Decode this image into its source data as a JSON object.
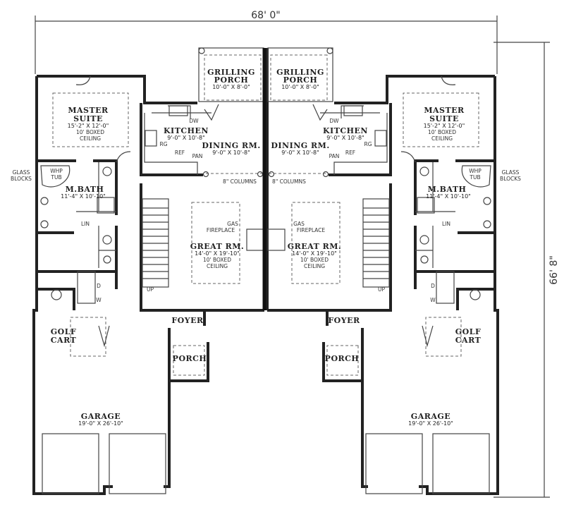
{
  "dimensions": {
    "width": "68' 0\"",
    "depth": "66' 8\""
  },
  "units": [
    {
      "master_suite": {
        "name1": "MASTER",
        "name2": "SUITE",
        "size": "15'-2\" X 12'-0\"",
        "note1": "10' BOXED",
        "note2": "CEILING"
      },
      "grilling_porch": {
        "name1": "GRILLING",
        "name2": "PORCH",
        "size": "10'-0\" X 8'-0\""
      },
      "kitchen": {
        "name": "KITCHEN",
        "size": "9'-0\" X 10'-8\"",
        "dw": "DW",
        "rg": "RG",
        "ref": "REF",
        "pan": "PAN"
      },
      "dining": {
        "name": "DINING RM.",
        "size": "9'-0\" X 10'-8\""
      },
      "columns": "8\" COLUMNS",
      "glass_blocks1": "GLASS",
      "glass_blocks2": "BLOCKS",
      "tub1": "WHP",
      "tub2": "TUB",
      "m_bath": {
        "name": "M.BATH",
        "size": "11'-4\" X 10'-10\""
      },
      "lin": "LIN",
      "fireplace1": "GAS",
      "fireplace2": "FIREPLACE",
      "great_rm": {
        "name": "GREAT RM.",
        "size": "14'-0\" X 19'-10\"",
        "note1": "10' BOXED",
        "note2": "CEILING"
      },
      "up": "UP",
      "dryer": "D",
      "washer": "W",
      "foyer": "FOYER",
      "porch": "PORCH",
      "golf_cart1": "GOLF",
      "golf_cart2": "CART",
      "garage": {
        "name": "GARAGE",
        "size": "19'-0\" X 26'-10\""
      }
    },
    {
      "master_suite": {
        "name1": "MASTER",
        "name2": "SUITE",
        "size": "15'-2\" X 12'-0\"",
        "note1": "10' BOXED",
        "note2": "CEILING"
      },
      "grilling_porch": {
        "name1": "GRILLING",
        "name2": "PORCH",
        "size": "10'-0\" X 8'-0\""
      },
      "kitchen": {
        "name": "KITCHEN",
        "size": "9'-0\" X 10'-8\"",
        "dw": "DW",
        "rg": "RG",
        "ref": "REF",
        "pan": "PAN"
      },
      "dining": {
        "name": "DINING RM.",
        "size": "9'-0\" X 10'-8\""
      },
      "columns": "8\" COLUMNS",
      "glass_blocks1": "GLASS",
      "glass_blocks2": "BLOCKS",
      "tub1": "WHP",
      "tub2": "TUB",
      "m_bath": {
        "name": "M.BATH",
        "size": "11'-4\" X 10'-10\""
      },
      "lin": "LIN",
      "fireplace1": "GAS",
      "fireplace2": "FIREPLACE",
      "great_rm": {
        "name": "GREAT RM.",
        "size": "14'-0\" X 19'-10\"",
        "note1": "10' BOXED",
        "note2": "CEILING"
      },
      "up": "UP",
      "dryer": "D",
      "washer": "W",
      "foyer": "FOYER",
      "porch": "PORCH",
      "golf_cart1": "GOLF",
      "golf_cart2": "CART",
      "garage": {
        "name": "GARAGE",
        "size": "19'-0\" X 26'-10\""
      }
    }
  ]
}
